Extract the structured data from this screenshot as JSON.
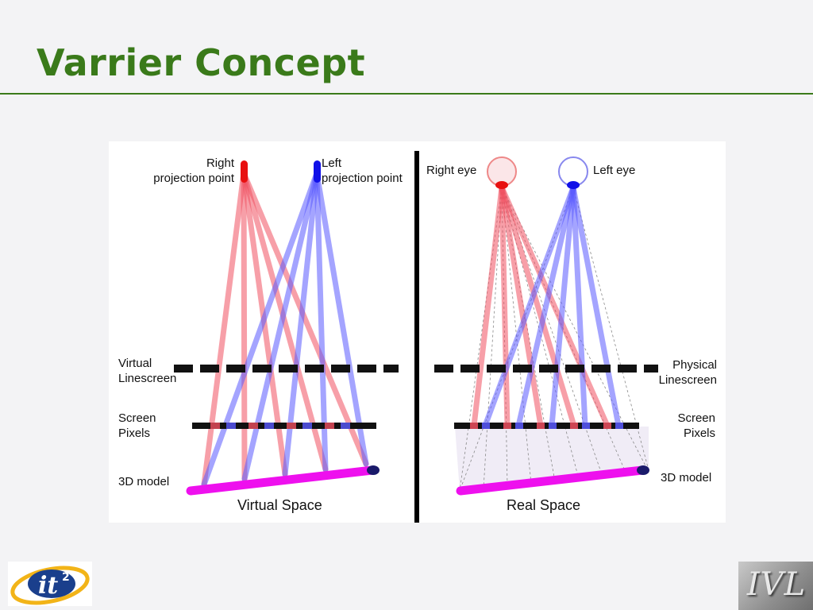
{
  "slide": {
    "title": "Varrier Concept"
  },
  "diagram": {
    "virtual_panel": {
      "right_point_label_line1": "Right",
      "right_point_label_line2": "projection point",
      "left_point_label_line1": "Left",
      "left_point_label_line2": "projection point",
      "linescreen_label_line1": "Virtual",
      "linescreen_label_line2": "Linescreen",
      "pixels_label_line1": "Screen",
      "pixels_label_line2": "Pixels",
      "model_label": "3D model",
      "caption": "Virtual Space"
    },
    "real_panel": {
      "right_eye_label": "Right eye",
      "left_eye_label": "Left eye",
      "linescreen_label_line1": "Physical",
      "linescreen_label_line2": "Linescreen",
      "pixels_label_line1": "Screen",
      "pixels_label_line2": "Pixels",
      "model_label": "3D model",
      "caption": "Real Space"
    },
    "colors": {
      "right_ray": "#f05060",
      "left_ray": "#5a5aff",
      "linescreen": "#111111",
      "model": "#ee10ee",
      "divider": "#000000"
    }
  },
  "logos": {
    "left_logo_text": "it",
    "left_logo_superscript": "2",
    "right_logo_text": "IVL"
  }
}
